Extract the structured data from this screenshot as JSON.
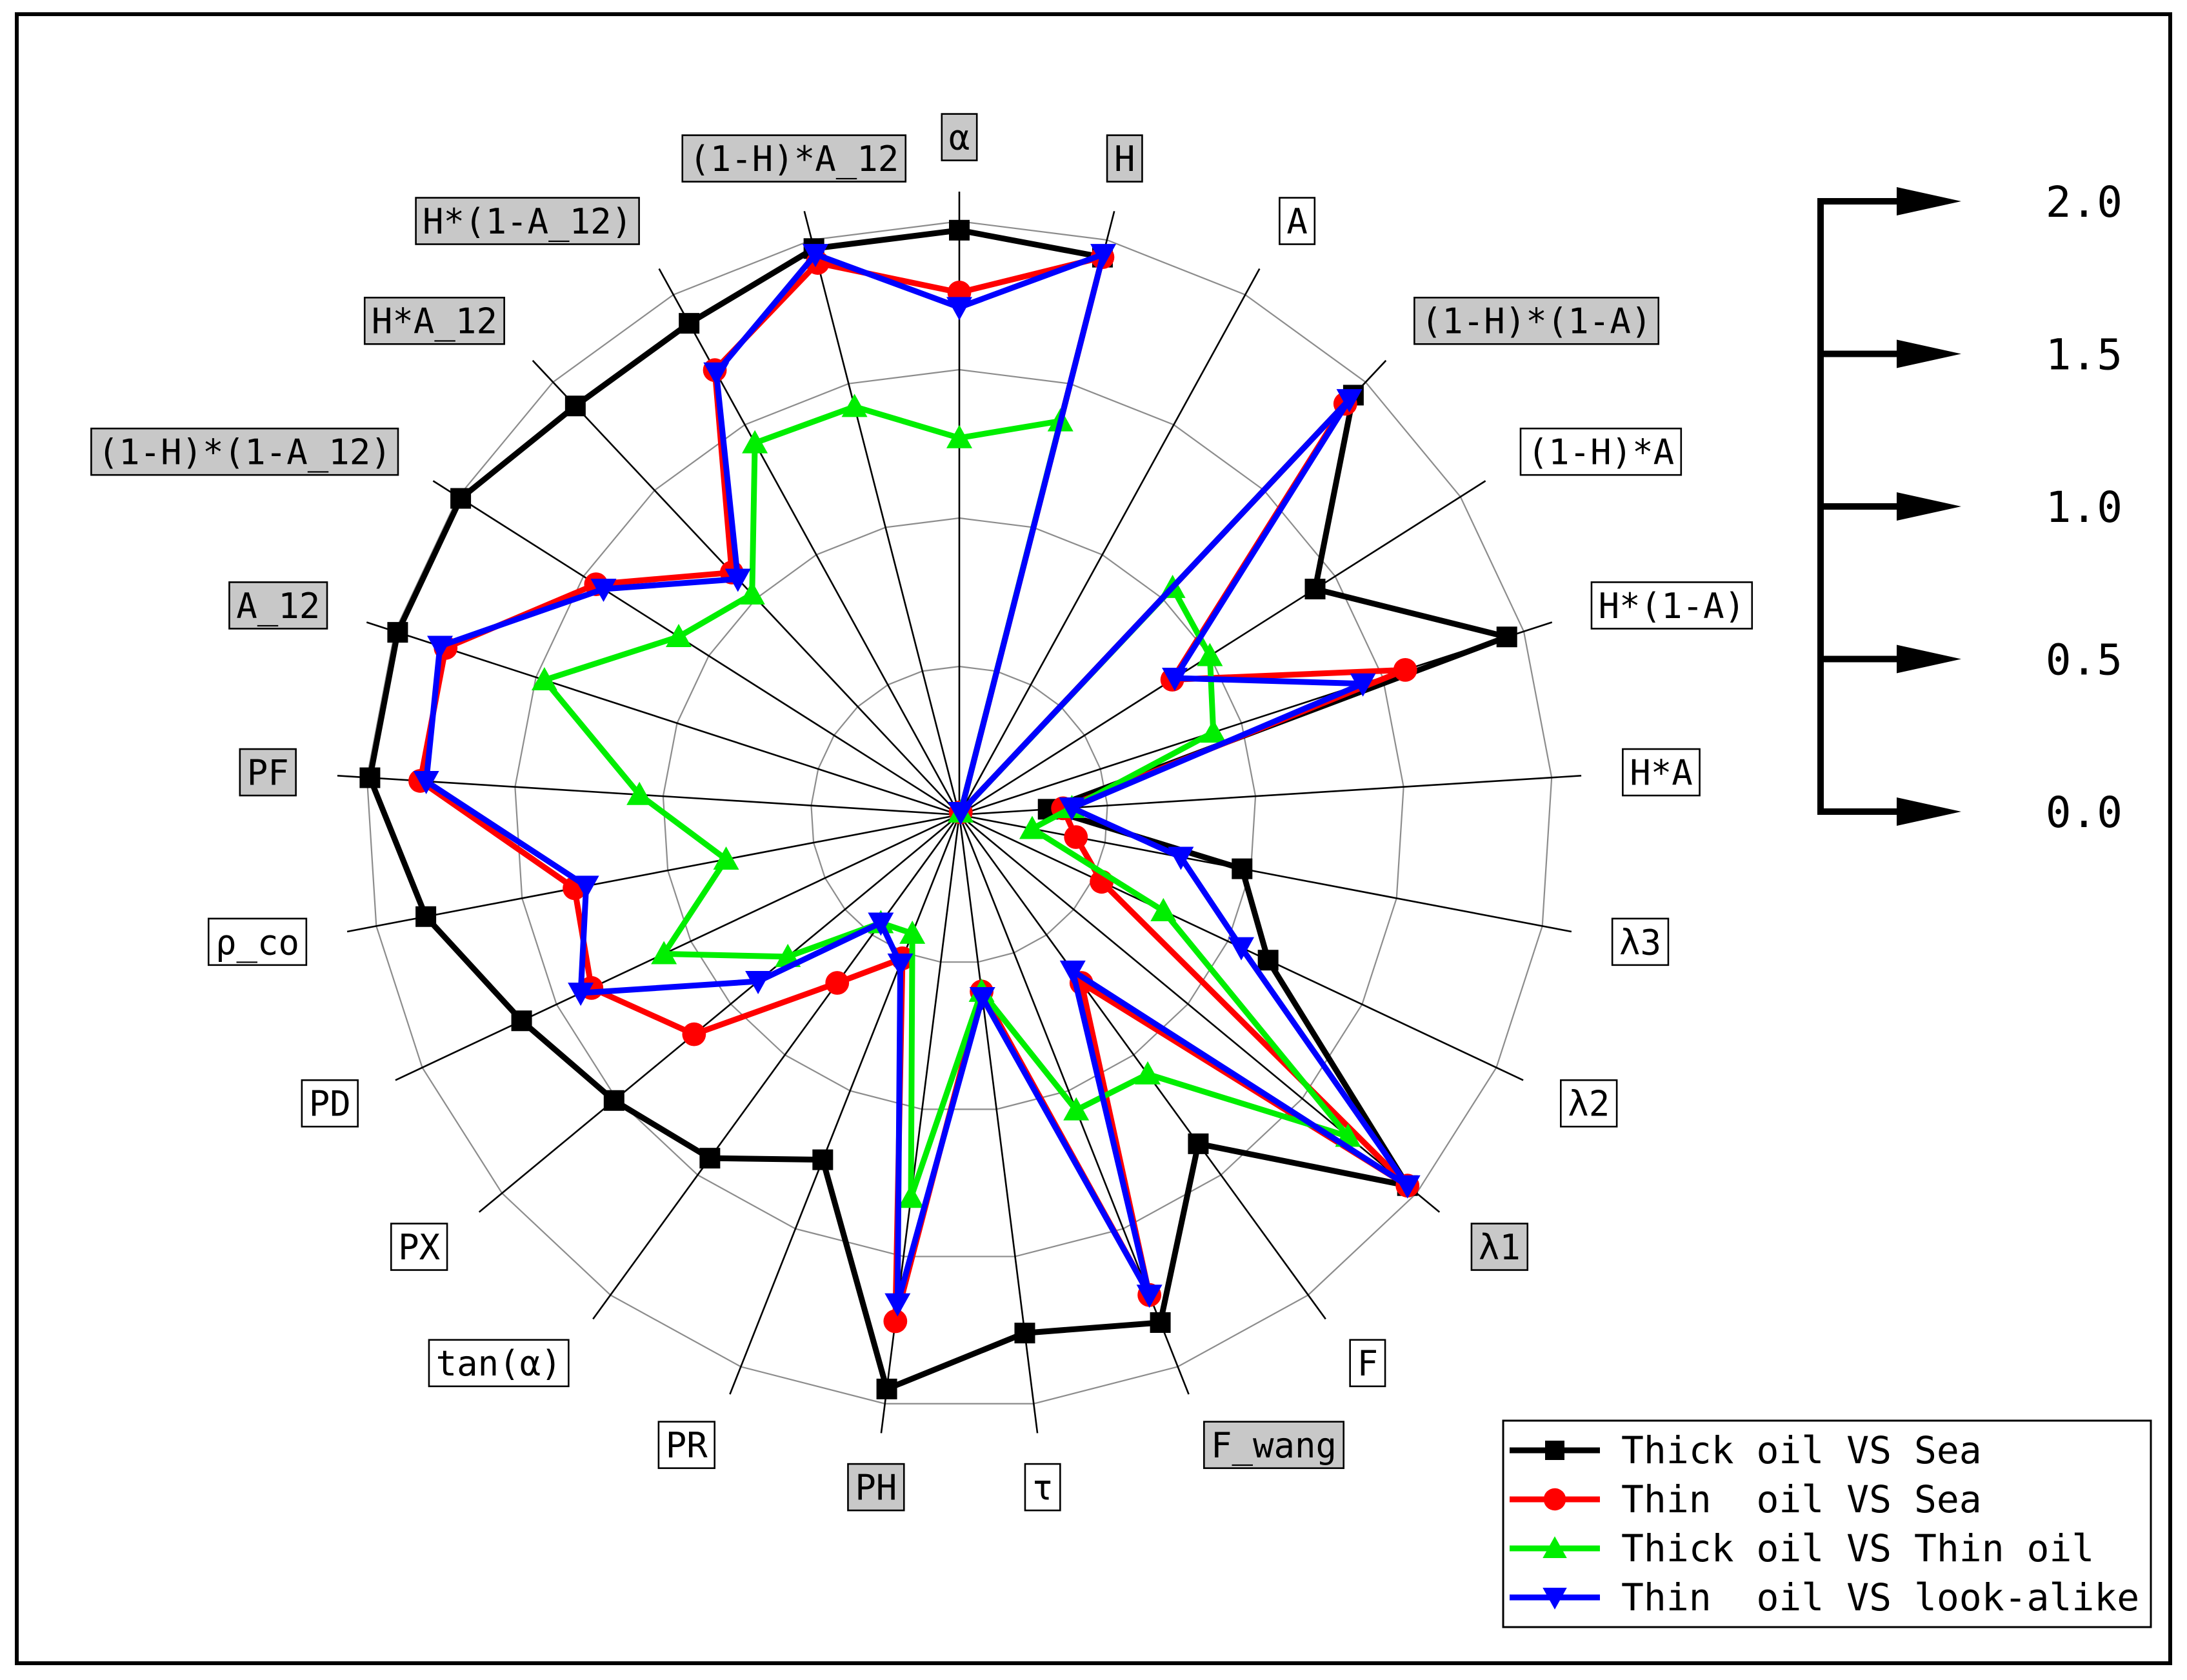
{
  "chart_data": {
    "type": "radar",
    "title": "",
    "categories": [
      {
        "label": "α",
        "highlight": true
      },
      {
        "label": "H",
        "highlight": true
      },
      {
        "label": "A",
        "highlight": false
      },
      {
        "label": "(1-H)*(1-A)",
        "highlight": true
      },
      {
        "label": "(1-H)*A",
        "highlight": false
      },
      {
        "label": "H*(1-A)",
        "highlight": false
      },
      {
        "label": "H*A",
        "highlight": false
      },
      {
        "label": "λ3",
        "highlight": false
      },
      {
        "label": "λ2",
        "highlight": false
      },
      {
        "label": "λ1",
        "highlight": true
      },
      {
        "label": "F",
        "highlight": false
      },
      {
        "label": "F_wang",
        "highlight": true
      },
      {
        "label": "τ",
        "highlight": false
      },
      {
        "label": "PH",
        "highlight": true
      },
      {
        "label": "PR",
        "highlight": false
      },
      {
        "label": "tan(α)",
        "highlight": false
      },
      {
        "label": "PX",
        "highlight": false
      },
      {
        "label": "PD",
        "highlight": false
      },
      {
        "label": "ρ_co",
        "highlight": false
      },
      {
        "label": "PF",
        "highlight": true
      },
      {
        "label": "A_12",
        "highlight": true
      },
      {
        "label": "(1-H)*(1-A_12)",
        "highlight": true
      },
      {
        "label": "H*A_12",
        "highlight": true
      },
      {
        "label": "H*(1-A_12)",
        "highlight": true
      },
      {
        "label": "(1-H)*A_12",
        "highlight": true
      }
    ],
    "rlim": [
      0,
      2.0
    ],
    "radial_ticks": [
      "0.0",
      "0.5",
      "1.0",
      "1.5",
      "2.0"
    ],
    "grid": true,
    "legend_position": "bottom-right",
    "series": [
      {
        "name": "Thick oil VS Sea",
        "color": "#000000",
        "marker": "square",
        "values": [
          1.97,
          1.94,
          0.01,
          1.94,
          1.42,
          1.94,
          0.3,
          0.97,
          1.15,
          1.96,
          1.37,
          1.84,
          1.76,
          1.95,
          1.25,
          1.43,
          1.51,
          1.63,
          1.83,
          1.99,
          1.99,
          1.99,
          1.89,
          1.89,
          1.97
        ]
      },
      {
        "name": "Thin  oil VS Sea",
        "color": "#ff0000",
        "marker": "circle",
        "values": [
          1.76,
          1.94,
          0.01,
          1.9,
          0.85,
          1.58,
          0.35,
          0.4,
          0.53,
          1.96,
          0.7,
          1.74,
          0.6,
          1.72,
          0.52,
          0.7,
          1.16,
          1.37,
          1.32,
          1.82,
          1.82,
          1.45,
          1.12,
          1.71,
          1.92
        ]
      },
      {
        "name": "Thick oil VS Thin oil",
        "color": "#00ee00",
        "marker": "triangle-up",
        "values": [
          1.27,
          1.37,
          0.01,
          1.05,
          1.0,
          0.9,
          0.38,
          0.25,
          0.76,
          1.7,
          1.08,
          1.07,
          0.6,
          1.3,
          0.43,
          0.45,
          0.75,
          1.1,
          0.8,
          1.08,
          1.47,
          1.12,
          1.02,
          1.43,
          1.42
        ]
      },
      {
        "name": "Thin  oil VS look-alike",
        "color": "#0000ff",
        "marker": "triangle-down",
        "values": [
          1.71,
          1.95,
          0.01,
          1.92,
          0.86,
          1.43,
          0.38,
          0.76,
          1.05,
          1.96,
          0.65,
          1.74,
          0.62,
          1.66,
          0.54,
          0.45,
          0.88,
          1.41,
          1.28,
          1.8,
          1.84,
          1.42,
          1.09,
          1.7,
          1.95
        ]
      }
    ]
  }
}
